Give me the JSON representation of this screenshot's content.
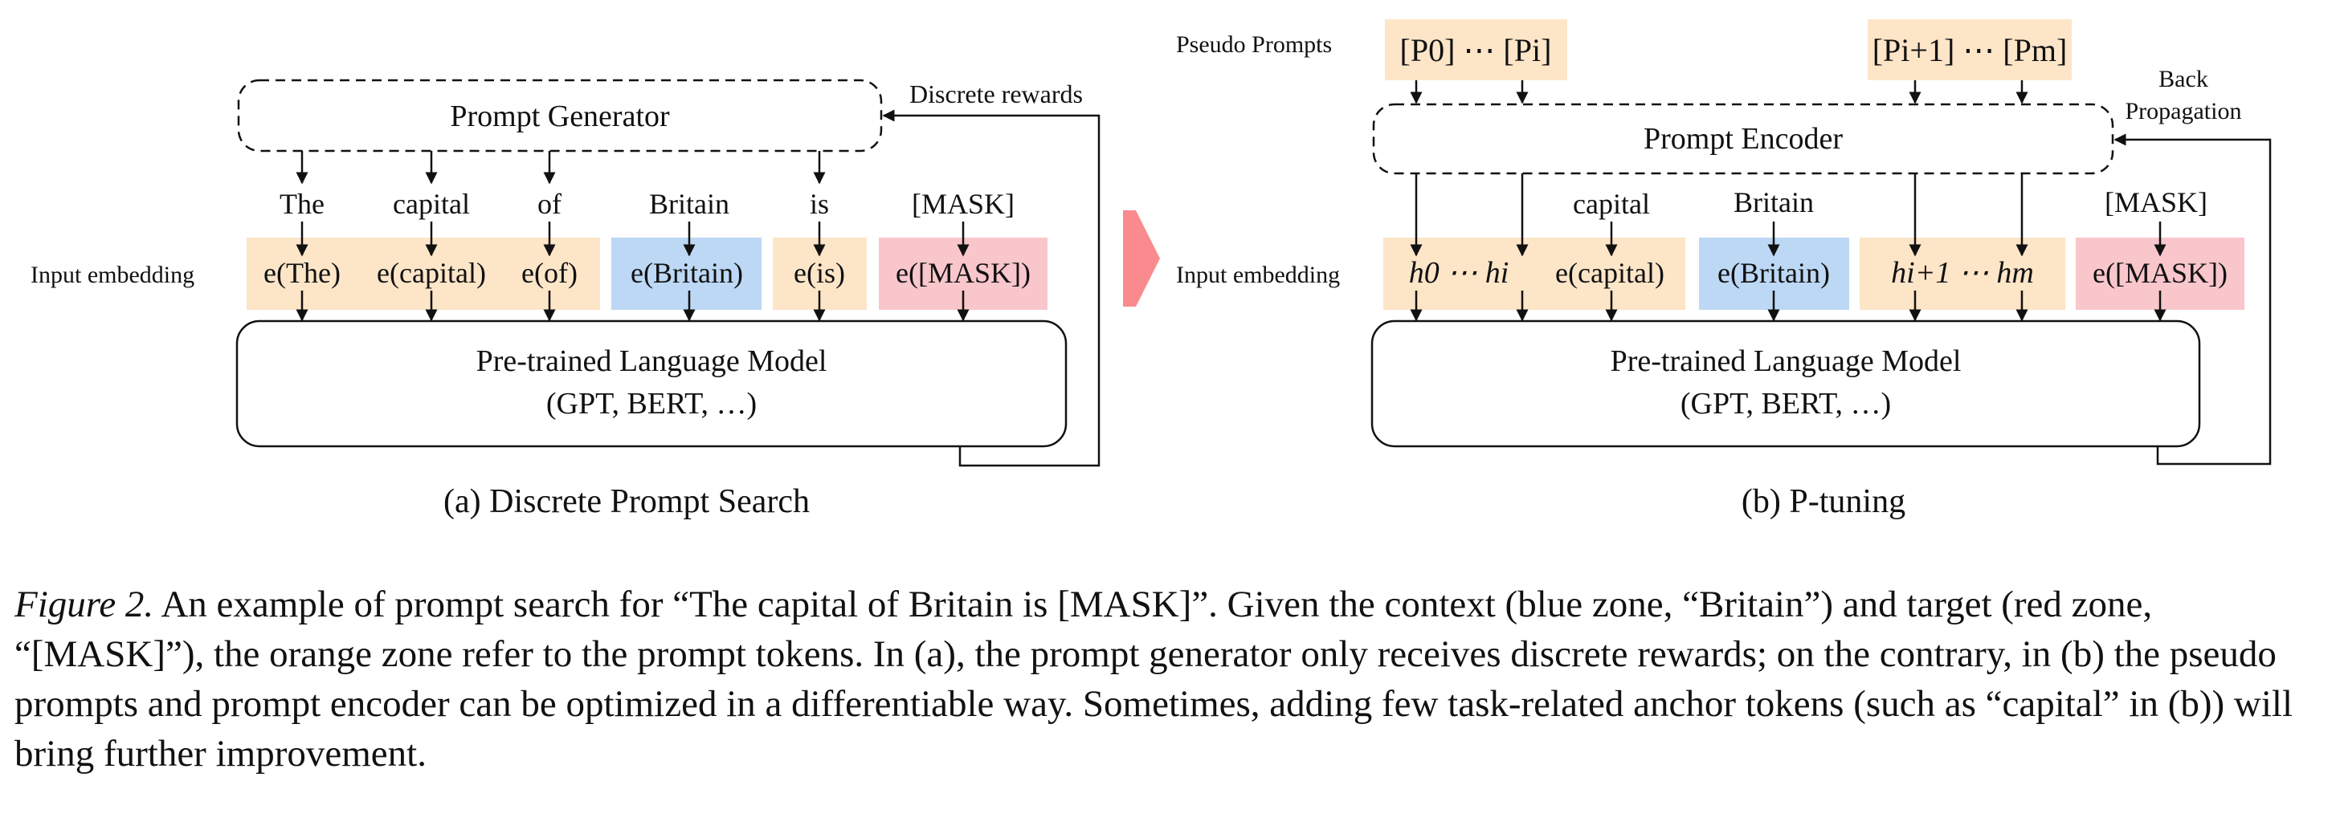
{
  "colors": {
    "orange_zone": "#fde5c8",
    "blue_zone": "#bcd8f4",
    "red_zone": "#f8c6cb",
    "arrow_pink": "#f98b8f",
    "stroke": "#111111"
  },
  "panel_a": {
    "generator": "Prompt Generator",
    "rewards": "Discrete rewards",
    "tokens": [
      "The",
      "capital",
      "of",
      "Britain",
      "is",
      "[MASK]"
    ],
    "input_label": "Input embedding",
    "embeddings": [
      "e(The)",
      "e(capital)",
      "e(of)",
      "e(Britain)",
      "e(is)",
      "e([MASK])"
    ],
    "model_line1": "Pre-trained Language Model",
    "model_line2": "(GPT, BERT, …)",
    "caption": "(a) Discrete Prompt Search"
  },
  "panel_b": {
    "pseudo_label": "Pseudo Prompts",
    "pseudo_left": "[P0] ⋯ [Pi]",
    "pseudo_right": "[Pi+1] ⋯ [Pm]",
    "encoder": "Prompt Encoder",
    "back_line1": "Back",
    "back_line2": "Propagation",
    "tokens": [
      "capital",
      "Britain",
      "[MASK]"
    ],
    "input_label": "Input embedding",
    "embeddings": [
      "h0 ⋯ hi",
      "e(capital)",
      "e(Britain)",
      "hi+1 ⋯ hm",
      "e([MASK])"
    ],
    "model_line1": "Pre-trained Language Model",
    "model_line2": "(GPT, BERT, …)",
    "caption": "(b) P-tuning"
  },
  "caption": {
    "label": "Figure 2.",
    "text": " An example of prompt search for “The capital of Britain is [MASK]”. Given the context (blue zone, “Britain”) and target (red zone, “[MASK]”), the orange zone refer to the prompt tokens. In (a), the prompt generator only receives discrete rewards; on the contrary, in (b) the pseudo prompts and prompt encoder can be optimized in a differentiable way. Sometimes, adding few task-related anchor tokens (such as “capital” in (b)) will bring further improvement."
  }
}
